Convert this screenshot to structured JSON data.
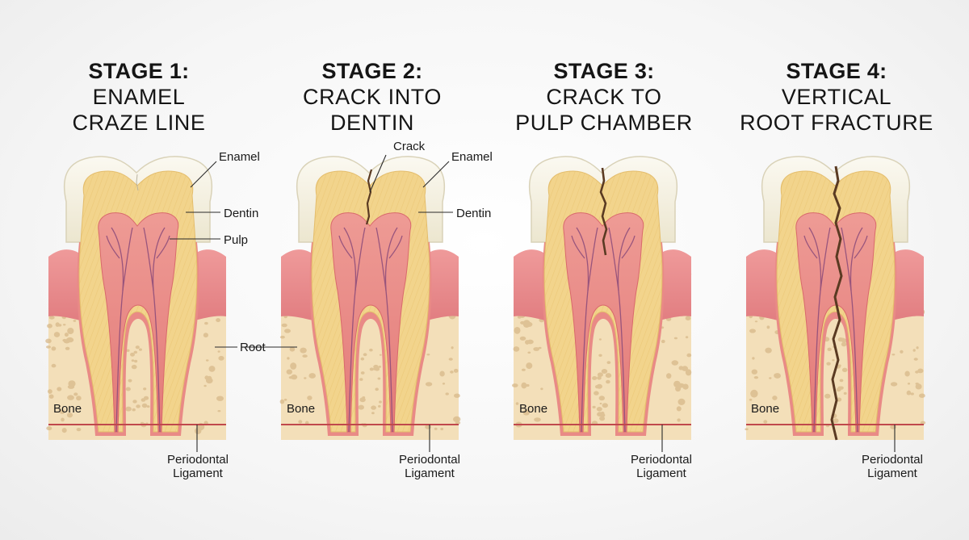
{
  "stages": [
    {
      "line1": "STAGE 1:",
      "line2": "ENAMEL",
      "line3": "CRAZE LINE"
    },
    {
      "line1": "STAGE 2:",
      "line2": "CRACK INTO",
      "line3": "DENTIN"
    },
    {
      "line1": "STAGE 3:",
      "line2": "CRACK TO",
      "line3": "PULP CHAMBER"
    },
    {
      "line1": "STAGE 4:",
      "line2": "VERTICAL",
      "line3": "ROOT FRACTURE"
    }
  ],
  "labels": {
    "enamel": "Enamel",
    "dentin": "Dentin",
    "pulp": "Pulp",
    "root": "Root",
    "bone": "Bone",
    "crack": "Crack",
    "periodontal_line1": "Periodontal",
    "periodontal_line2": "Ligament"
  },
  "colors": {
    "enamel": "#f3efe0",
    "dentin": "#f2d48c",
    "pulp": "#e98a86",
    "gum": "#e8888a",
    "bone": "#f3dfb9",
    "crack": "#5a3a22"
  }
}
